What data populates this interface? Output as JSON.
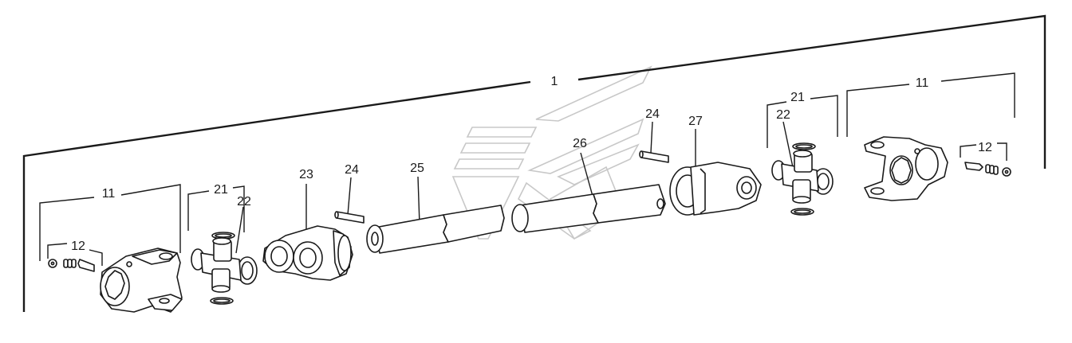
{
  "labels": {
    "assembly": "1",
    "yoke_left": "11",
    "yoke_right": "11",
    "pin_set_left": "12",
    "pin_set_right": "12",
    "cross_kit_left": "21",
    "cross_kit_right": "21",
    "spider_left": "22",
    "spider_right": "22",
    "inner_yoke": "23",
    "roll_pin_left": "24",
    "roll_pin_right": "24",
    "inner_tube": "25",
    "outer_tube": "26",
    "outer_yoke": "27"
  }
}
